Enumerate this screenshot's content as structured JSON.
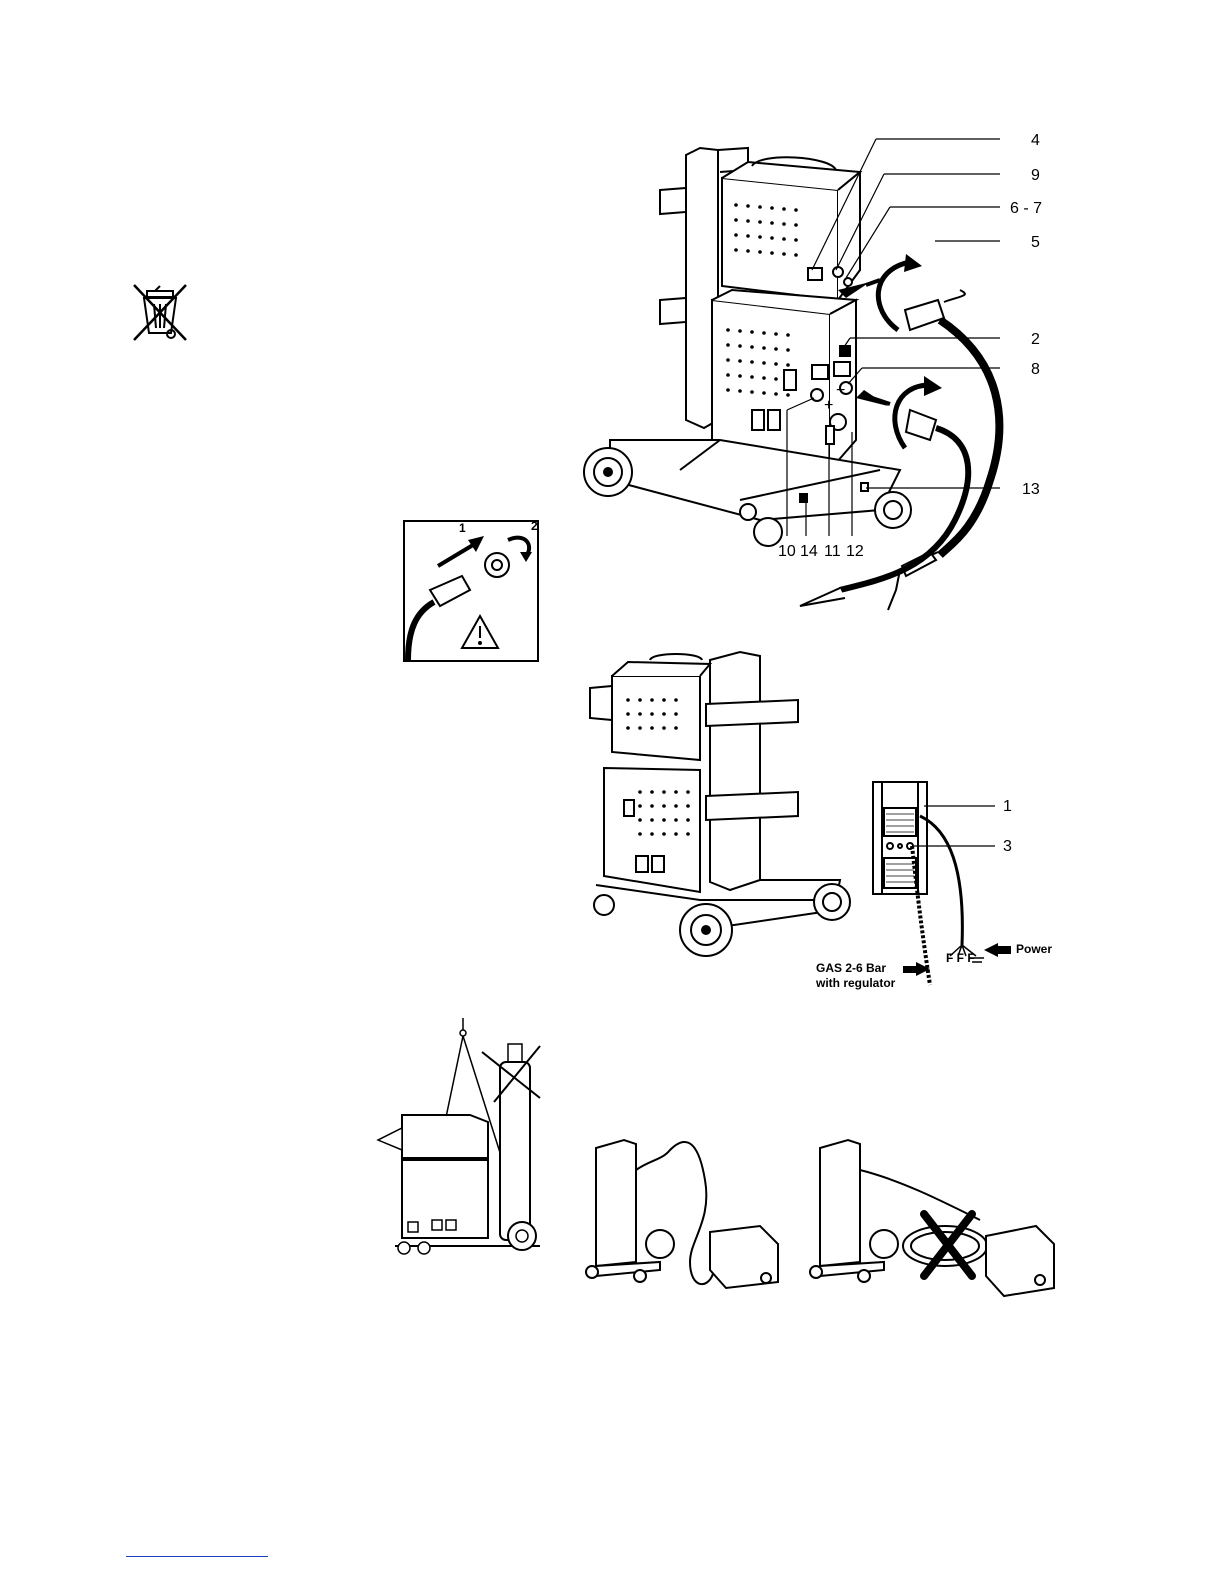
{
  "callouts": {
    "top": [
      {
        "id": "c4",
        "text": "4"
      },
      {
        "id": "c9",
        "text": "9"
      },
      {
        "id": "c67",
        "text": "6 - 7"
      },
      {
        "id": "c5",
        "text": "5"
      },
      {
        "id": "c2",
        "text": "2"
      },
      {
        "id": "c8",
        "text": "8"
      },
      {
        "id": "c13",
        "text": "13"
      }
    ],
    "bottom_row": [
      "10",
      "14",
      "11",
      "12"
    ],
    "sign_plus": "+",
    "sign_minus": "−"
  },
  "inset_connect": {
    "step1": "1",
    "step2": "2"
  },
  "power_diagram": {
    "callout1": "1",
    "callout3": "3",
    "phases": "F F F",
    "power_label": "Power",
    "gas_line1": "GAS 2-6 Bar",
    "gas_line2": "with regulator"
  },
  "icons": [
    "weee-crossed-bin-icon",
    "warning-triangle-icon",
    "rotate-arrow-icon",
    "cross-mark-icon"
  ],
  "colors": {
    "line": "#000000",
    "footer_rule": "#1a3fbf"
  }
}
